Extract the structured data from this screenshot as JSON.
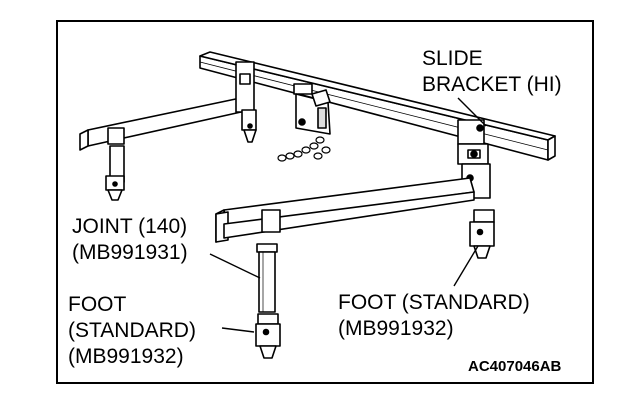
{
  "labels": {
    "slide_bracket_line1": "SLIDE",
    "slide_bracket_line2": "BRACKET (HI)",
    "joint_line1": "JOINT (140)",
    "joint_line2": "(MB991931)",
    "foot_left_line1": "FOOT",
    "foot_left_line2": "(STANDARD)",
    "foot_left_line3": "(MB991932)",
    "foot_right_line1": "FOOT (STANDARD)",
    "foot_right_line2": "(MB991932)"
  },
  "figure_code": "AC407046AB"
}
